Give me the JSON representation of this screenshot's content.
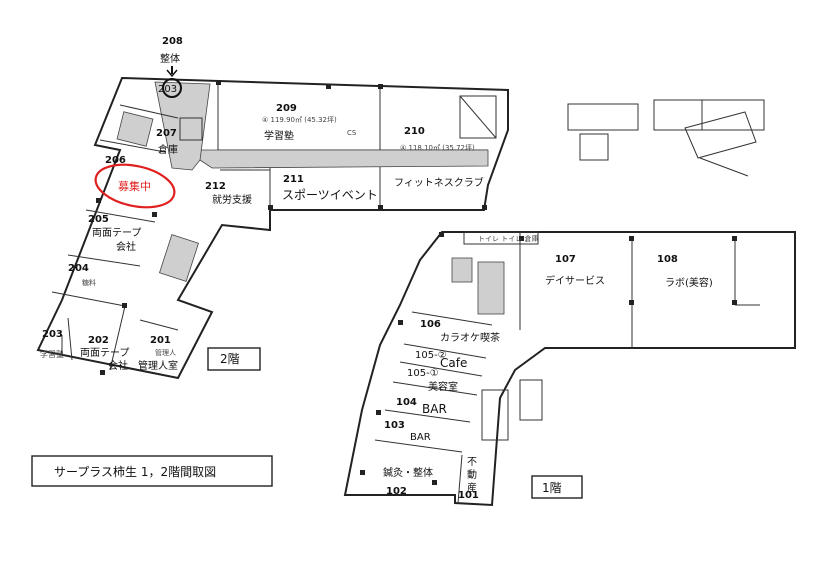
{
  "title": "サープラス柿生 1，2階間取図",
  "floor2_label": "2階",
  "floor1_label": "1階",
  "recruiting": "募集中",
  "floor2_rooms": [
    {
      "num": "208",
      "name": "整体"
    },
    {
      "num": "203",
      "name": ""
    },
    {
      "num": "209",
      "name": "学習塾"
    },
    {
      "num": "210",
      "name": "フィットネスクラブ"
    },
    {
      "num": "207",
      "name": "倉庫"
    },
    {
      "num": "206",
      "name": ""
    },
    {
      "num": "212",
      "name": "就労支援"
    },
    {
      "num": "211",
      "name": "スポーツイベント"
    },
    {
      "num": "205",
      "name": "両面テープ会社"
    },
    {
      "num": "204",
      "name": "糖料"
    },
    {
      "num": "203",
      "name": "学習塾"
    },
    {
      "num": "202",
      "name": "両面テープ会社"
    },
    {
      "num": "201",
      "name": "管理人室"
    }
  ],
  "floor2_notes": {
    "area_209": "④ 119.90㎡ (45.32坪)",
    "area_210": "④ 118.10㎡ (35.72坪)",
    "cs": "CS",
    "kanri_small": "管理人"
  },
  "floor1_rooms": [
    {
      "num": "107",
      "name": "デイサービス"
    },
    {
      "num": "108",
      "name": "ラボ(美容)"
    },
    {
      "num": "106",
      "name": "カラオケ喫茶"
    },
    {
      "num": "105-②",
      "name": "Cafe"
    },
    {
      "num": "105-①",
      "name": "美容室"
    },
    {
      "num": "104",
      "name": "BAR"
    },
    {
      "num": "103",
      "name": "BAR"
    },
    {
      "num": "102",
      "name": "鍼灸・整体"
    },
    {
      "num": "101",
      "name": "不動産"
    }
  ],
  "floor1_notes": {
    "toilet": "トイレ トイレ 倉庫"
  }
}
